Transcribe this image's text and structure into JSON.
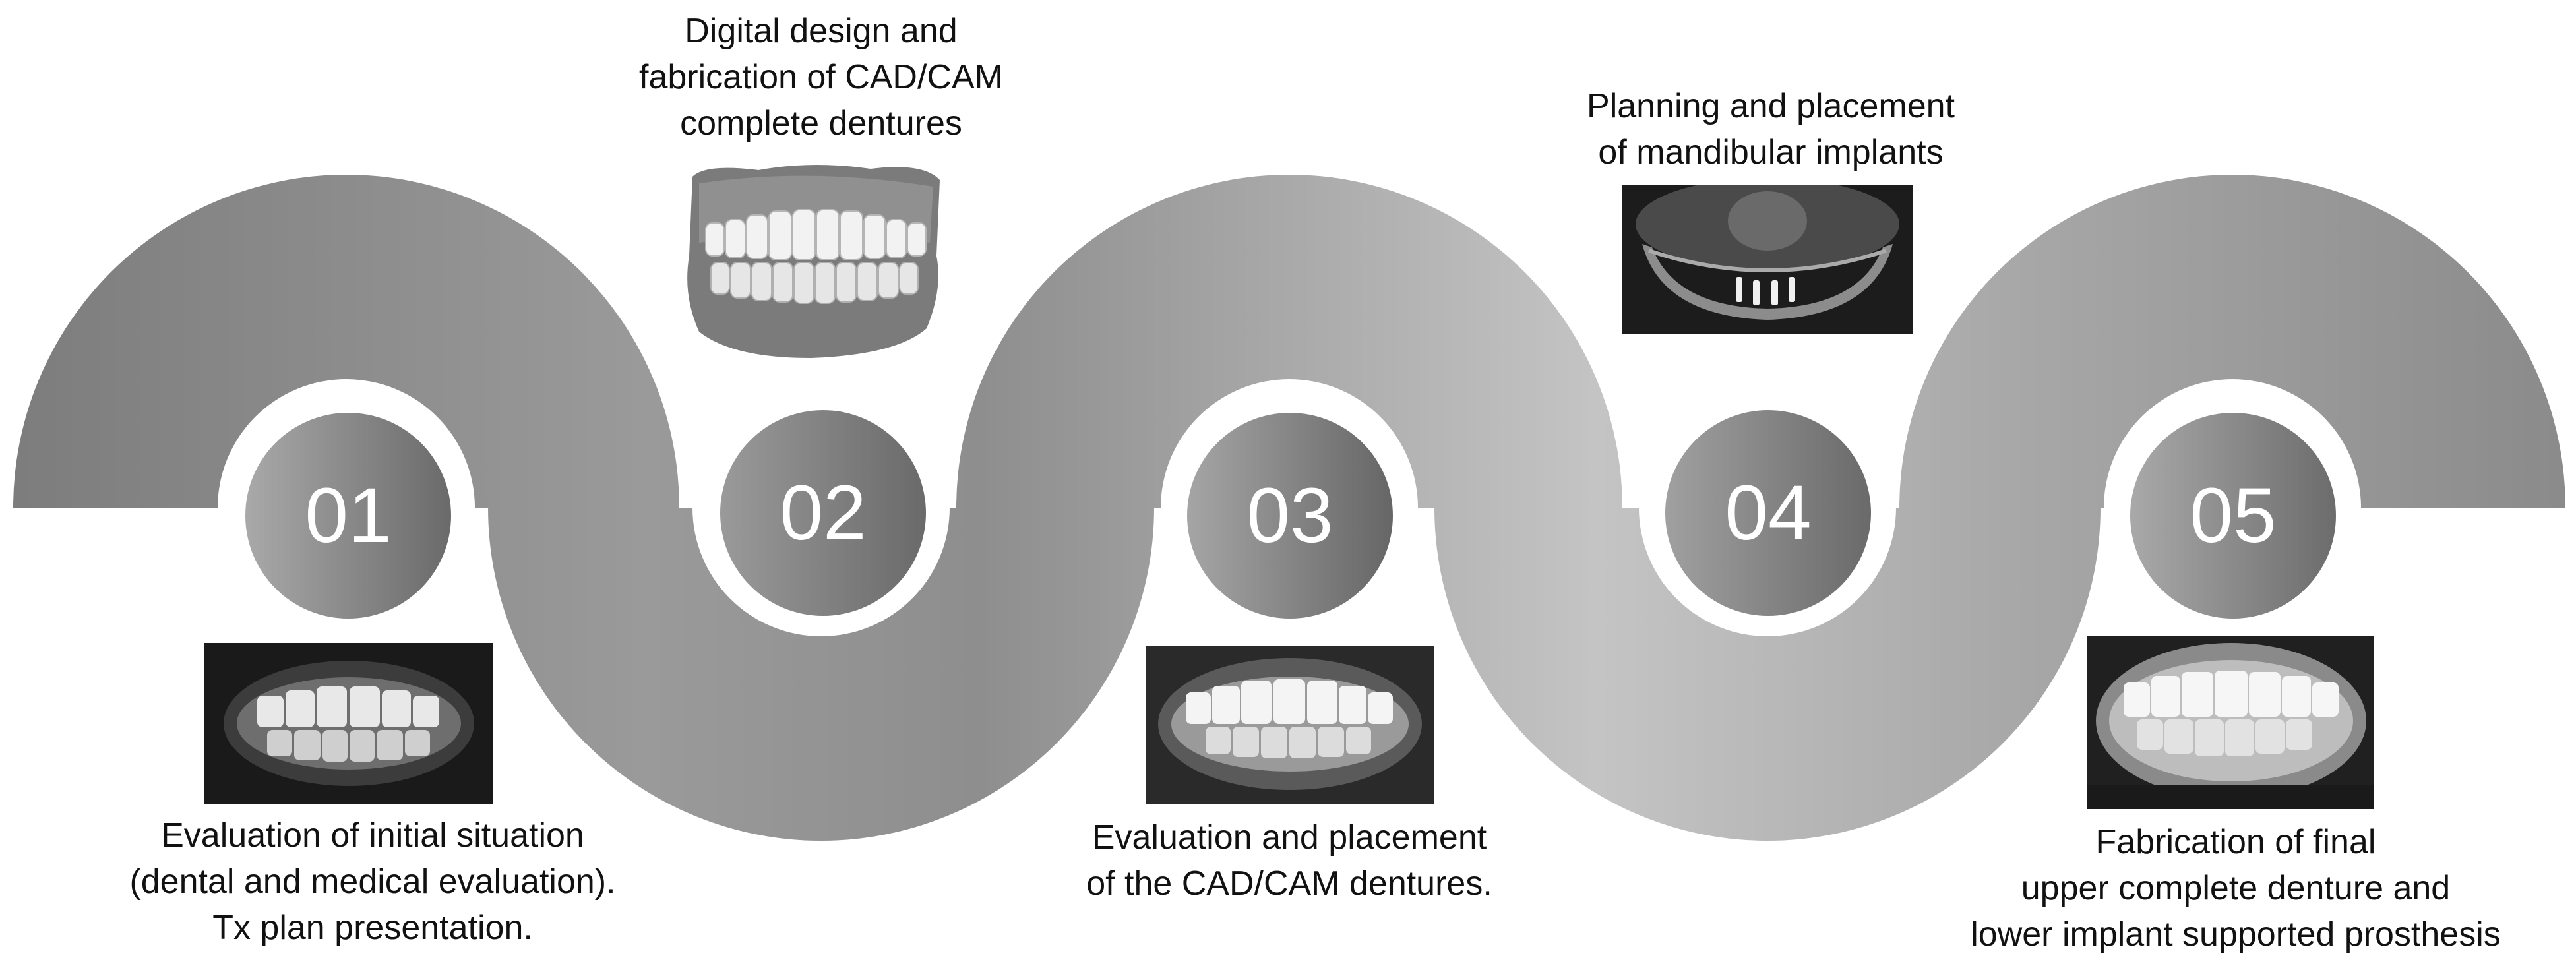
{
  "steps": [
    {
      "number": "01",
      "caption": [
        "Evaluation of initial situation",
        "(dental and medical evaluation).",
        "Tx plan presentation."
      ],
      "photo": "smile-photo-initial"
    },
    {
      "number": "02",
      "caption": [
        "Digital design and",
        "fabrication of CAD/CAM",
        "complete dentures"
      ],
      "photo": "denture-model-render"
    },
    {
      "number": "03",
      "caption": [
        "Evaluation and placement",
        "of the CAD/CAM dentures."
      ],
      "photo": "smile-photo-dentures"
    },
    {
      "number": "04",
      "caption": [
        "Planning and placement",
        "of mandibular implants"
      ],
      "photo": "panoramic-xray"
    },
    {
      "number": "05",
      "caption": [
        "Fabrication of final",
        "upper complete denture and",
        "lower implant supported prosthesis"
      ],
      "photo": "smile-photo-final"
    }
  ],
  "colors": {
    "band_dark": "#7a7a7a",
    "band_light": "#c9c9c9",
    "circle_light": "#a9a9a9",
    "circle_dark": "#6b6b6b",
    "text": "#111111"
  }
}
